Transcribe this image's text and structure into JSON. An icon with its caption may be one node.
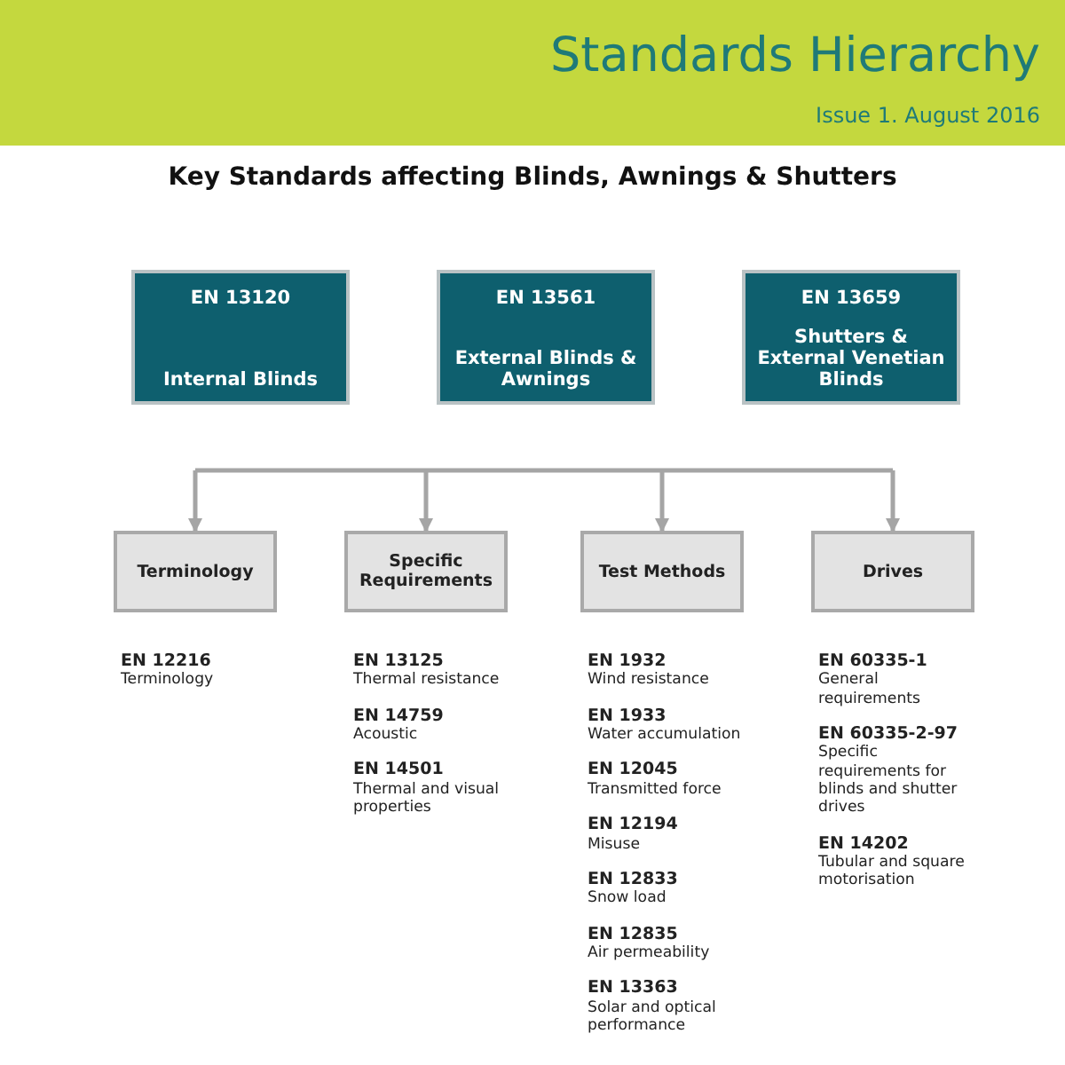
{
  "diagram": {
    "title": "Standards Hierarchy",
    "nodes": [
      {
        "text": [
          "EN 13120",
          "Internal Blinds"
        ]
      },
      {
        "text": [
          "EN 13561",
          "External Blinds & Awnings"
        ]
      },
      {
        "text": [
          "EN 13659",
          "Shutters & External Venetian Blinds"
        ]
      },
      {
        "text": [
          "Terminology"
        ]
      },
      {
        "text": [
          "Specific Requirements"
        ]
      },
      {
        "text": [
          "Test Methods"
        ]
      },
      {
        "text": [
          "Drives"
        ]
      }
    ],
    "edges": [
      {
        "from": null,
        "to": 3,
        "arrow": "to"
      },
      {
        "from": null,
        "to": 4,
        "arrow": "to"
      },
      {
        "from": null,
        "to": 5,
        "arrow": "to"
      },
      {
        "from": null,
        "to": 6,
        "arrow": "to"
      }
    ],
    "labels": [
      "Issue 1. August 2016",
      "Key Standards affecting Blinds, Awnings & Shutters",
      "EN 12216",
      "Terminology",
      "EN 13125",
      "Thermal resistance",
      "EN 14759",
      "Acoustic",
      "EN 14501",
      "Thermal and visual properties",
      "EN 1932",
      "Wind resistance",
      "EN 1933",
      "Water accumulation",
      "EN 12045",
      "Transmitted force",
      "EN 12194",
      "Misuse",
      "EN 12833",
      "Snow load",
      "EN 12835",
      "Air permeability",
      "EN 13363",
      "Solar and optical performance",
      "EN 60335-1",
      "General requirements",
      "EN 60335-2-97",
      "Specific requirements for blinds and shutter drives",
      "EN 14202",
      "Tubular and square motorisation"
    ]
  }
}
